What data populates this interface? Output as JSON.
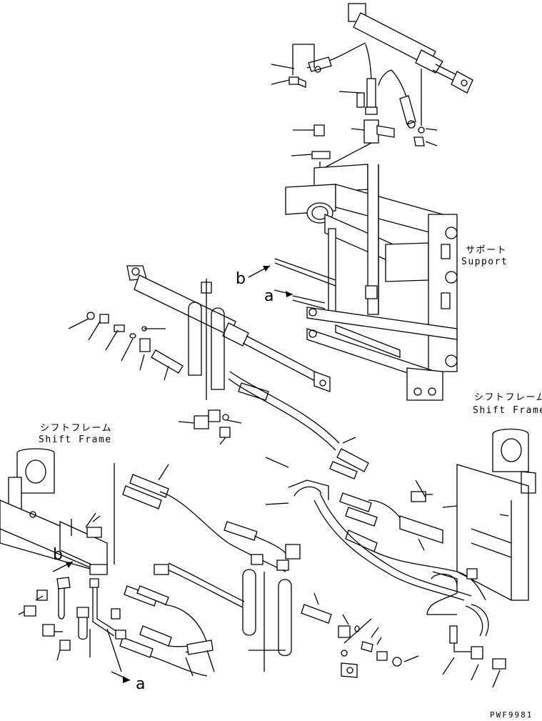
{
  "labels": {
    "support_jp": "サポート",
    "support_en": "Support",
    "shift_frame_right_jp": "シフトフレーム",
    "shift_frame_right_en": "Shift Frame",
    "shift_frame_left_jp": "シフトフレーム",
    "shift_frame_left_en": "Shift Frame",
    "arrow_b_top": "b",
    "arrow_a_top": "a",
    "arrow_b_left": "b",
    "arrow_a_bottom": "a",
    "drawing_code": "PWF9981"
  }
}
